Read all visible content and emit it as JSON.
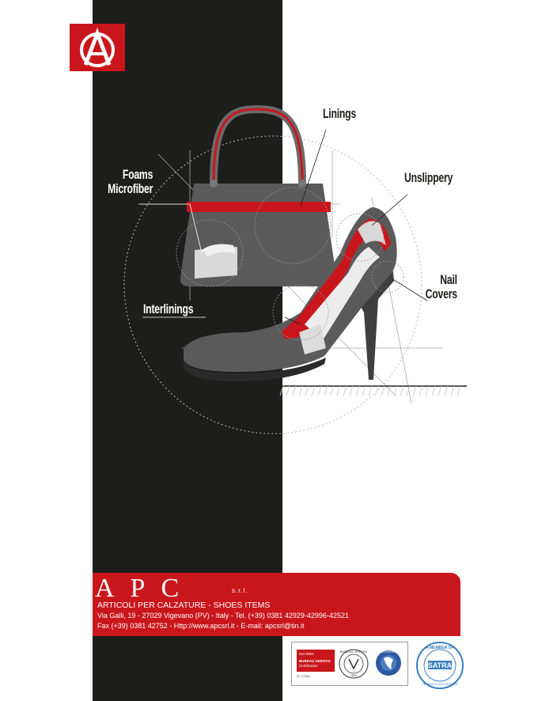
{
  "labels": {
    "linings": "Linings",
    "foams": "Foams",
    "microfiber": "Microfiber",
    "unslippery": "Unslippery",
    "nail": "Nail",
    "covers": "Covers",
    "interlinings": "Interlinings"
  },
  "footer": {
    "brand": "APC",
    "brand_suffix": "s.r.l.",
    "company_line": "ARTICOLI PER CALZATURE - SHOES ITEMS",
    "address_line": "Via Galli, 19 - 27029 Vigevano (PV) - Italy - Tel. (+39) 0381 42929-42996-42521",
    "contact_line": "Fax (+39) 0381 42752 - Http://www.apcsrl.it - E-mail: apcsrl@tin.it"
  },
  "certifications": {
    "bv_lines": [
      "ISO 9001",
      "BUREAU VERITAS",
      "Certification"
    ],
    "bv_number": "N° 17345",
    "bv_seal_text": "BUREAU VERITAS",
    "bv_seal_year": "1828",
    "accredia": "ACCREDIA",
    "satra_top": "A MEMBER OF",
    "satra_name": "SATRA",
    "satra_ring": "TECHNOLOGY CENTRE"
  },
  "colors": {
    "brand_red": "#c9161c",
    "band_black": "#1d1d1b",
    "illustration_gray": "#5a5a5a",
    "satra_blue": "#3a7fc1"
  }
}
